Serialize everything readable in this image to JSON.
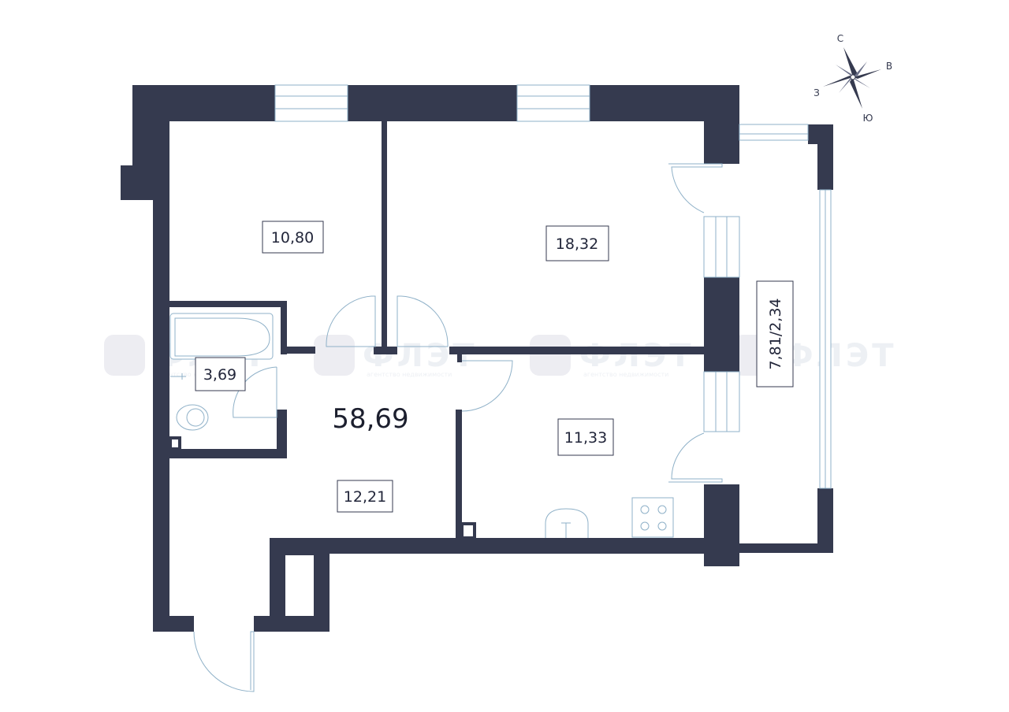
{
  "rooms": {
    "bedroom": "10,80",
    "living_room": "18,32",
    "bathroom": "3,69",
    "hallway": "12,21",
    "kitchen": "11,33",
    "balcony": "7,81/2,34"
  },
  "total_area": "58,69",
  "compass": {
    "north": "С",
    "east": "В",
    "south": "Ю",
    "west": "З"
  },
  "watermark": {
    "text": "ФЛЭТ",
    "subtitle": "агентство недвижимости"
  },
  "colors": {
    "wall": "#353a4f",
    "glass": "#8fb1c8",
    "background": "#ffffff"
  }
}
